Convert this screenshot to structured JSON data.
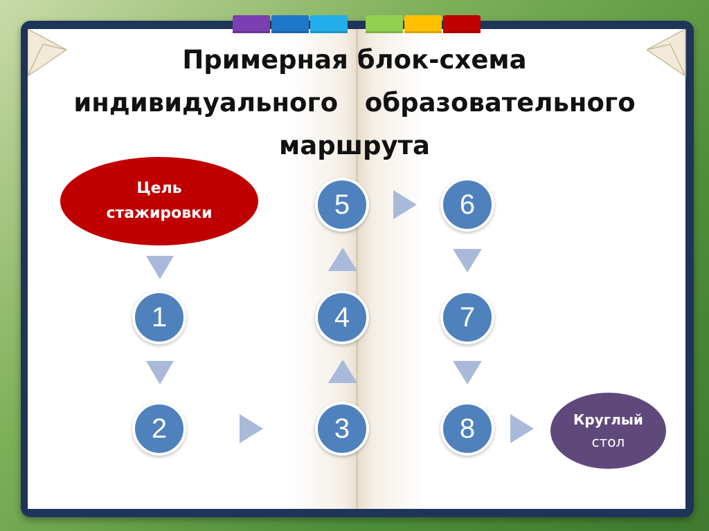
{
  "title": {
    "line1": "Примерная блок-схема",
    "line2": "индивидуального   образовательного",
    "line3": "маршрута"
  },
  "colors": {
    "node": "#4f81bd",
    "goal": "#c00000",
    "round_table": "#5f497a",
    "arrow": "#a9b9d9",
    "tabs": [
      "#7a3fb0",
      "#1f77c8",
      "#22aee8",
      "#92d050",
      "#ffc000",
      "#c00000"
    ]
  },
  "start": {
    "line1": "Цель",
    "line2": "стажировки"
  },
  "end": {
    "line1": "Круглый",
    "line2": "стол"
  },
  "steps": [
    "1",
    "2",
    "3",
    "4",
    "5",
    "6",
    "7",
    "8"
  ],
  "flow": [
    "Цель стажировки",
    "1",
    "2",
    "3",
    "4",
    "5",
    "6",
    "7",
    "8",
    "Круглый стол"
  ]
}
